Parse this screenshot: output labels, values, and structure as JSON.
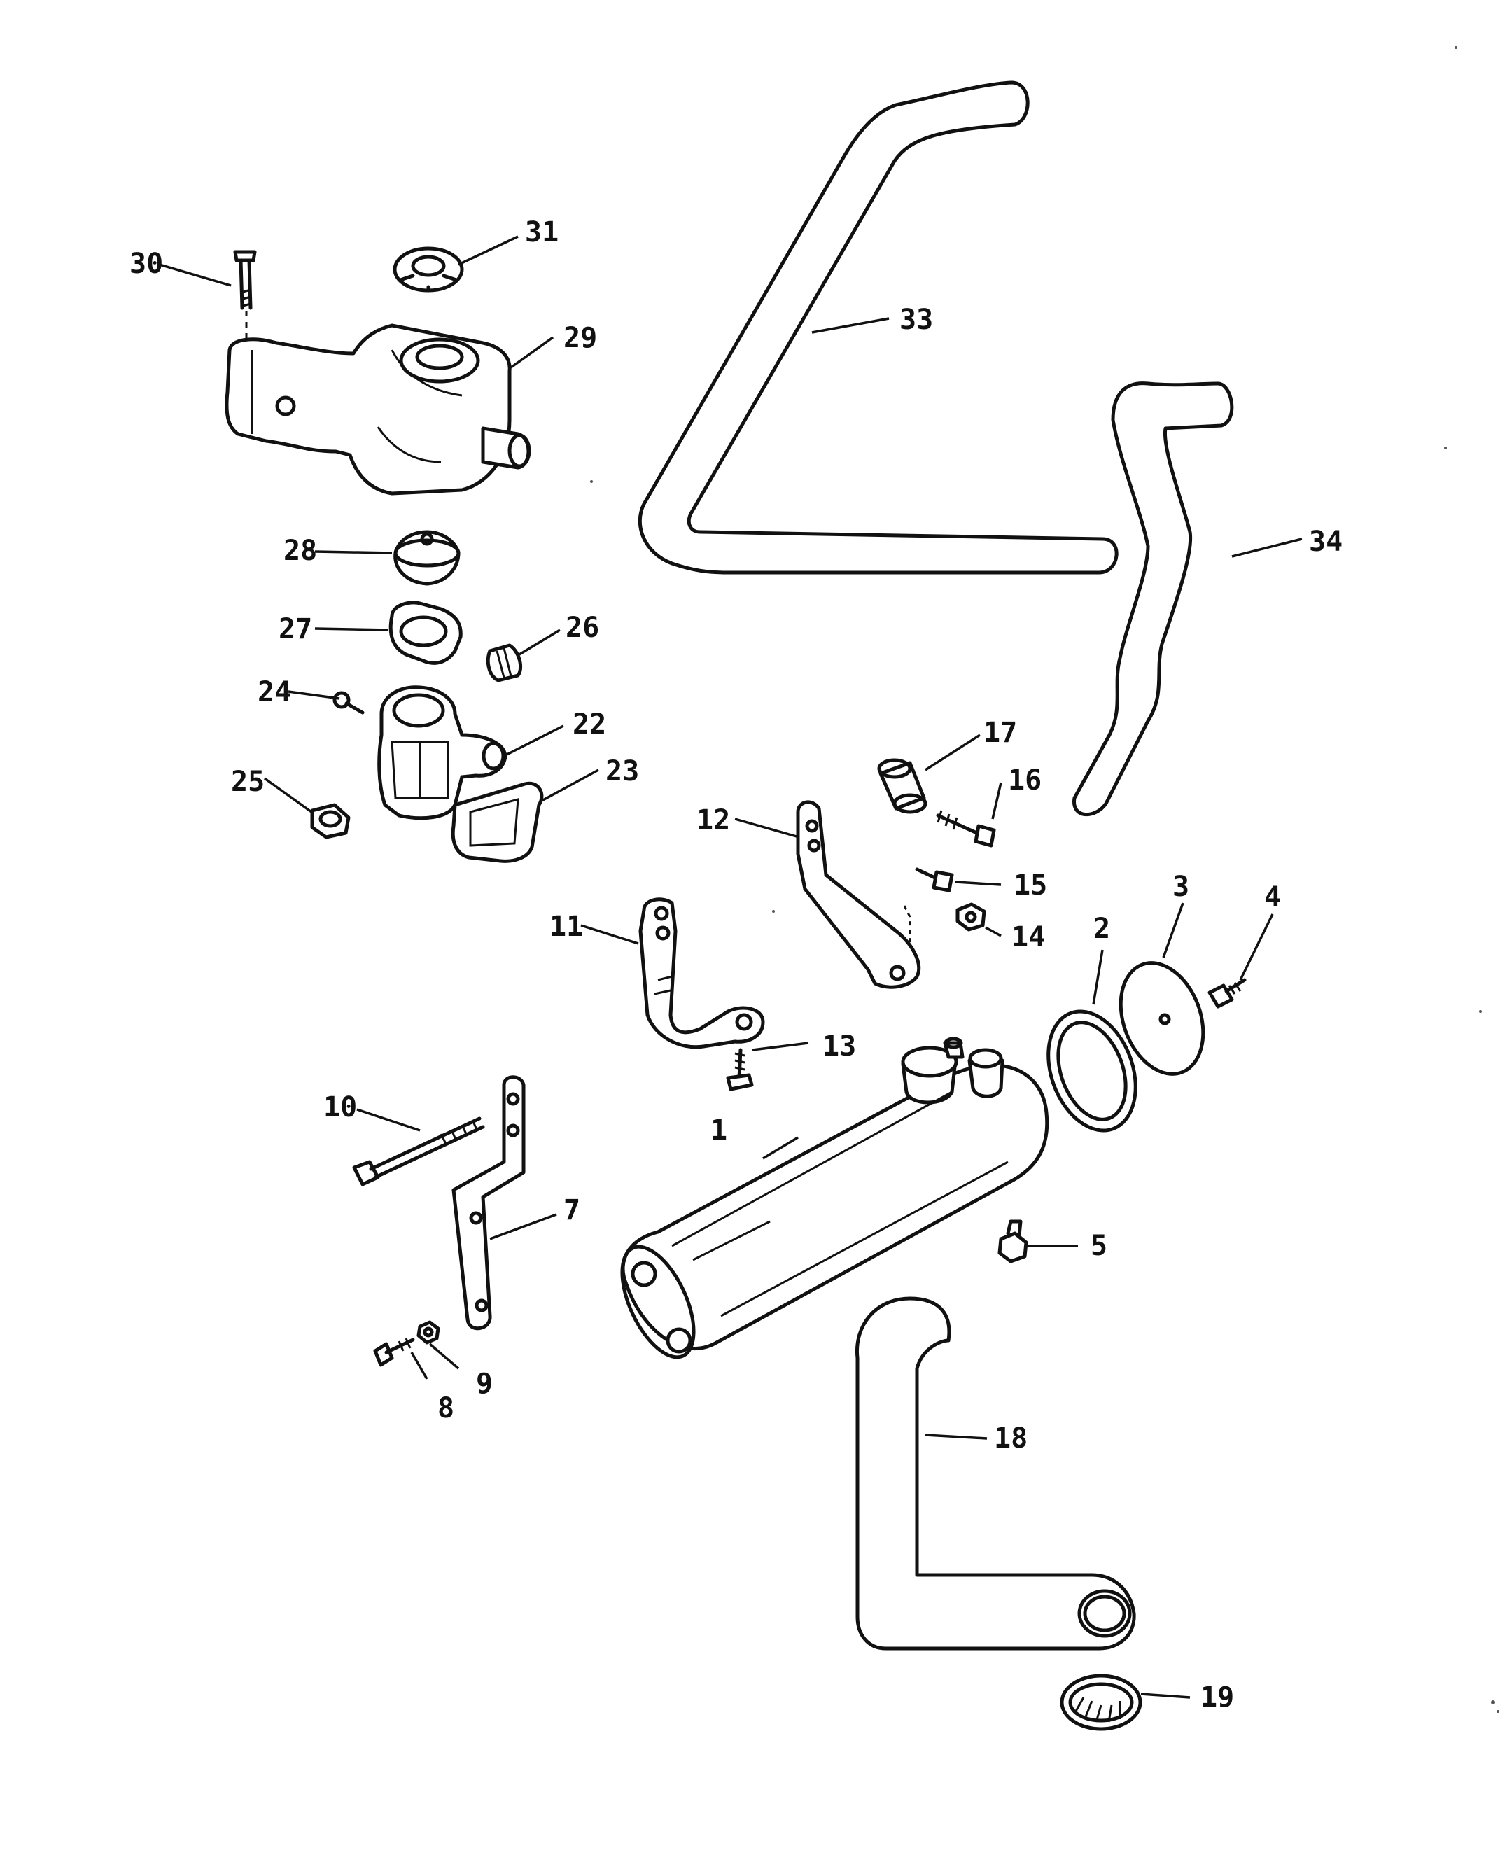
{
  "diagram": {
    "callouts": {
      "c1": "1",
      "c2": "2",
      "c3": "3",
      "c4": "4",
      "c5": "5",
      "c7": "7",
      "c8": "8",
      "c9": "9",
      "c10": "10",
      "c11": "11",
      "c12": "12",
      "c13": "13",
      "c14": "14",
      "c15": "15",
      "c16": "16",
      "c17": "17",
      "c18": "18",
      "c19": "19",
      "c22": "22",
      "c23": "23",
      "c24": "24",
      "c25": "25",
      "c26": "26",
      "c27": "27",
      "c28": "28",
      "c29": "29",
      "c30": "30",
      "c31": "31",
      "c33": "33",
      "c34": "34"
    }
  }
}
